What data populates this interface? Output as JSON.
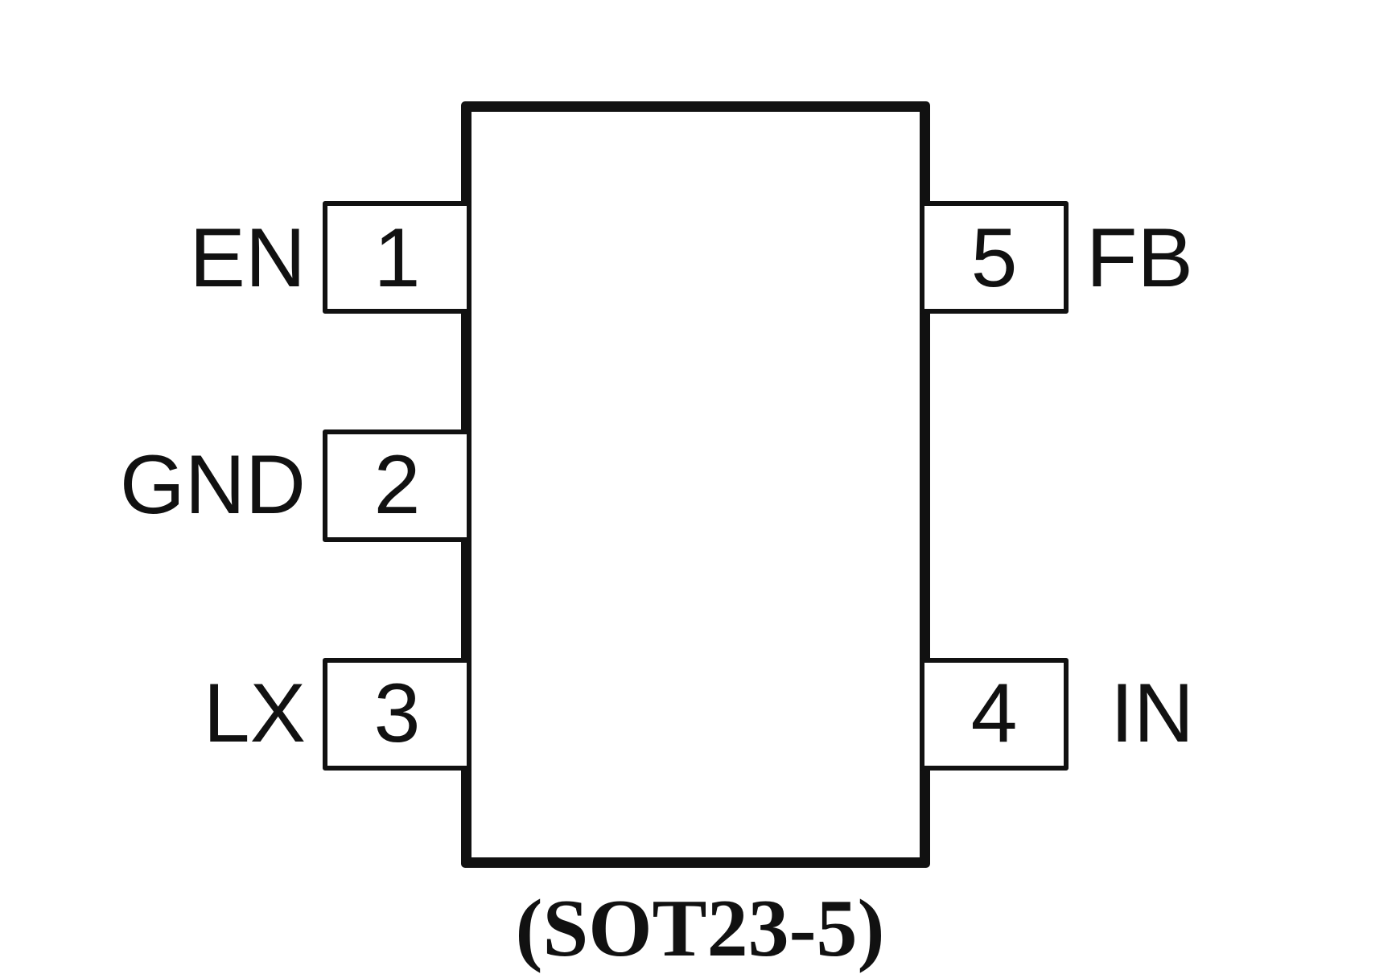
{
  "package": {
    "caption": "(SOT23-5)"
  },
  "pins": [
    {
      "number": "1",
      "label": "EN"
    },
    {
      "number": "2",
      "label": "GND"
    },
    {
      "number": "3",
      "label": "LX"
    },
    {
      "number": "4",
      "label": "IN"
    },
    {
      "number": "5",
      "label": "FB"
    }
  ],
  "colors": {
    "stroke": "#111111",
    "background": "#ffffff"
  }
}
